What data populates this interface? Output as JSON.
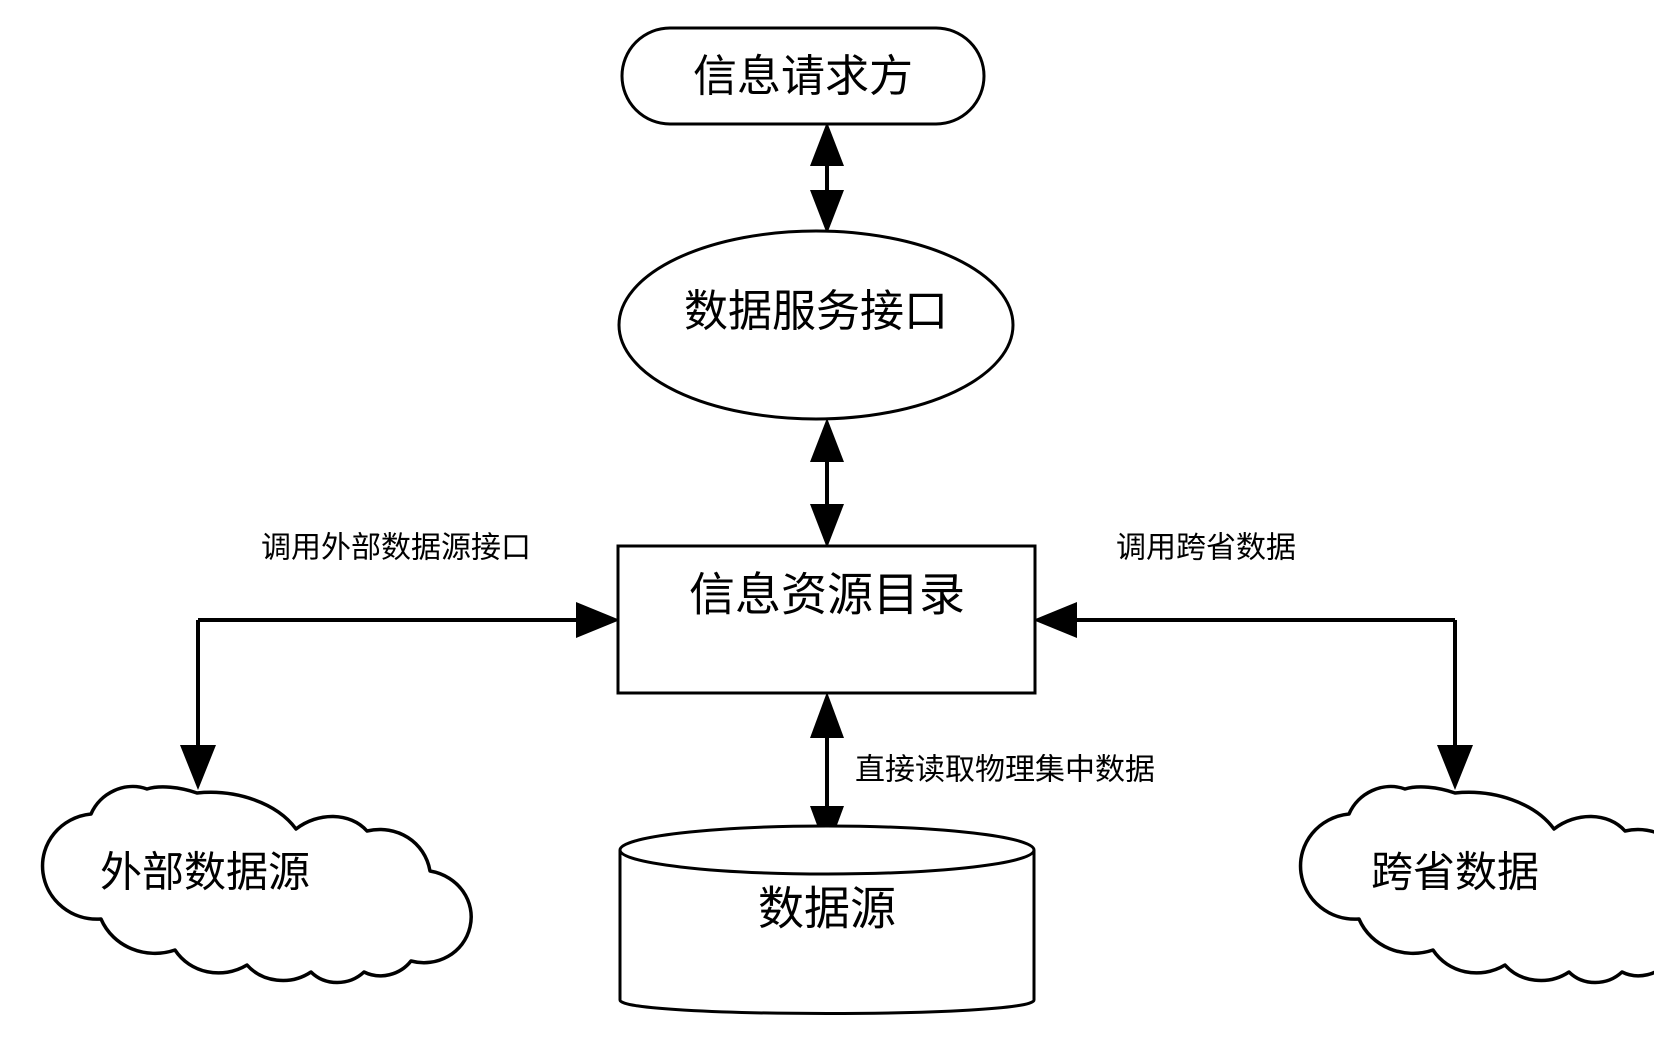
{
  "diagram": {
    "title_present": false,
    "colors": {
      "stroke": "#000000",
      "fill": "#ffffff",
      "text": "#000000"
    },
    "nodes": [
      {
        "id": "info-requester",
        "shape": "stadium",
        "label": "信息请求方",
        "font_size": 44
      },
      {
        "id": "data-service-interface",
        "shape": "ellipse",
        "label": "数据服务接口",
        "font_size": 44
      },
      {
        "id": "info-resource-catalog",
        "shape": "rectangle",
        "label": "信息资源目录",
        "font_size": 46
      },
      {
        "id": "external-data-source",
        "shape": "cloud",
        "label": "外部数据源",
        "font_size": 42
      },
      {
        "id": "data-source",
        "shape": "cylinder",
        "label": "数据源",
        "font_size": 46
      },
      {
        "id": "cross-province-data",
        "shape": "cloud",
        "label": "跨省数据",
        "font_size": 42
      }
    ],
    "edges": [
      {
        "id": "requester-to-interface",
        "from": "info-requester",
        "to": "data-service-interface",
        "arrow": "both",
        "label": ""
      },
      {
        "id": "interface-to-catalog",
        "from": "data-service-interface",
        "to": "info-resource-catalog",
        "arrow": "both",
        "label": ""
      },
      {
        "id": "catalog-to-external",
        "from": "info-resource-catalog",
        "to": "external-data-source",
        "arrow": "both-ends",
        "label": "调用外部数据源接口",
        "label_font_size": 30
      },
      {
        "id": "catalog-to-cross-province",
        "from": "cross-province-data",
        "to": "info-resource-catalog",
        "arrow": "both-ends",
        "label": "调用跨省数据",
        "label_font_size": 30
      },
      {
        "id": "catalog-to-datasource",
        "from": "info-resource-catalog",
        "to": "data-source",
        "arrow": "both",
        "label": "直接读取物理集中数据",
        "label_font_size": 30
      }
    ]
  }
}
